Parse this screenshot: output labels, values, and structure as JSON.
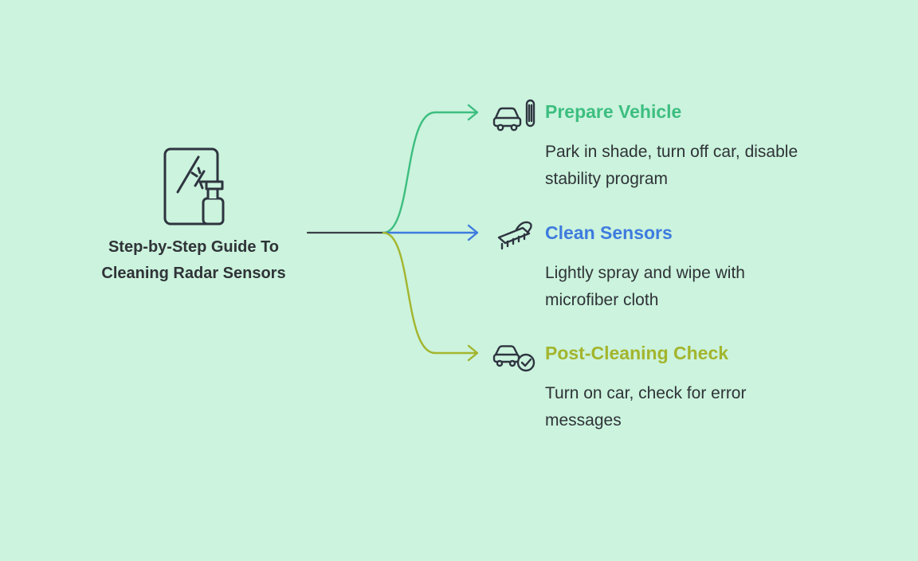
{
  "title": "Step-by-Step Guide To Cleaning Radar Sensors",
  "left_icon": "window-cleaning-spray-icon",
  "steps": [
    {
      "heading": "Prepare Vehicle",
      "description": "Park in shade, turn off car, disable stability program",
      "color": "#3dbe80",
      "icon": "car-wash-icon"
    },
    {
      "heading": "Clean Sensors",
      "description": "Lightly spray and wipe with microfiber cloth",
      "color": "#3e7bdf",
      "icon": "brush-icon"
    },
    {
      "heading": "Post-Cleaning Check",
      "description": "Turn on car, check for error messages",
      "color": "#a3b52d",
      "icon": "car-check-icon"
    }
  ],
  "colors": {
    "background": "#cbf3dd",
    "text": "#2f3337",
    "trunk_line": "#3a3f47",
    "branch_green": "#3dbe80",
    "branch_blue": "#3e7bdf",
    "branch_olive": "#a3b52d"
  }
}
